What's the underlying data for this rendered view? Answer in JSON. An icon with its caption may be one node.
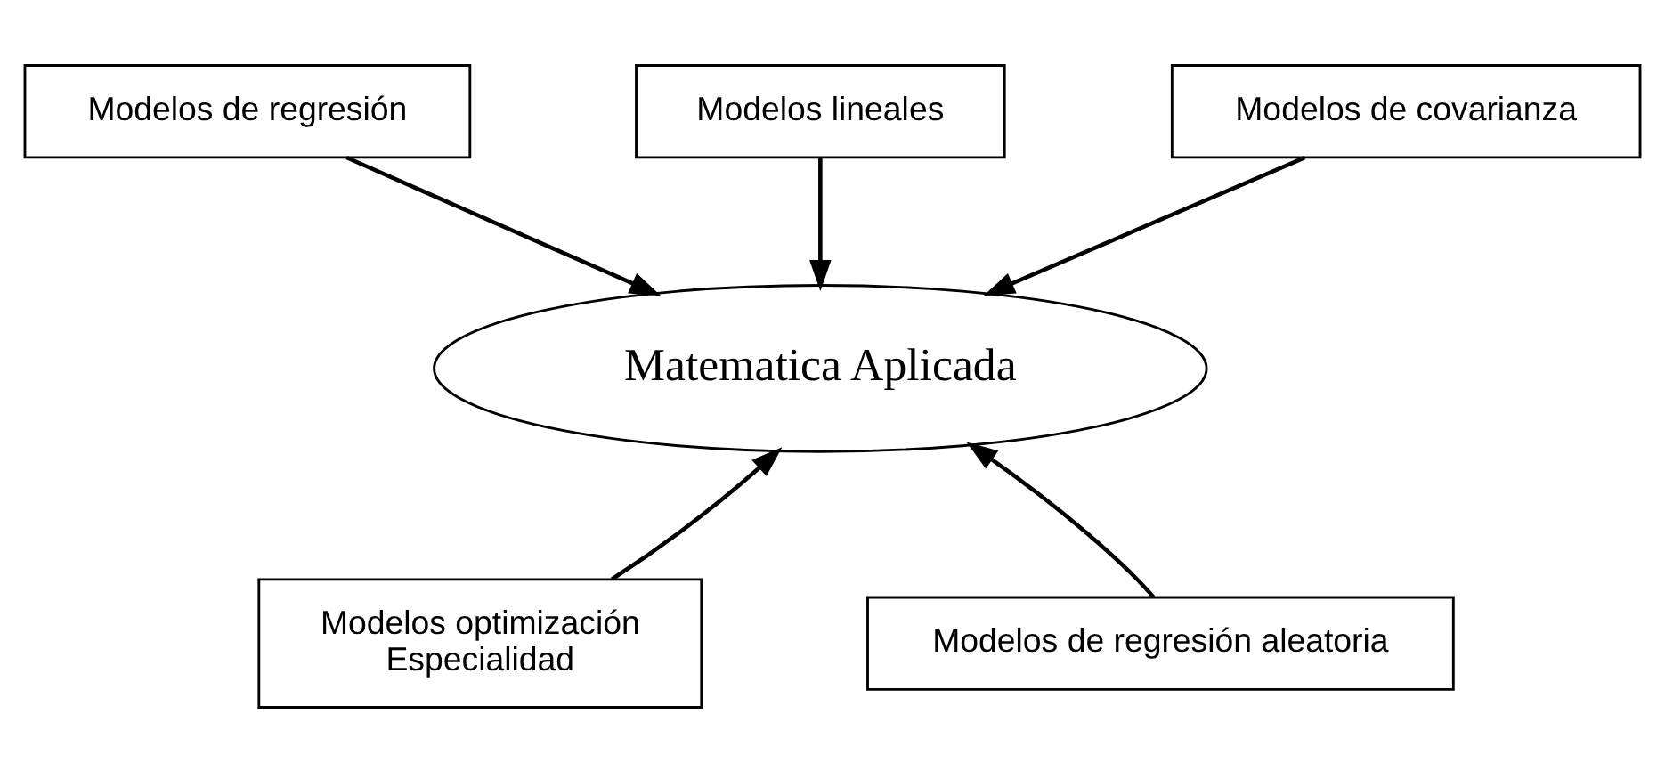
{
  "diagram": {
    "nodes": [
      {
        "text": [
          "Modelos lineales"
        ]
      },
      {
        "text": [
          "Modelos de regresión"
        ]
      },
      {
        "text": [
          "Modelos de covarianza"
        ]
      },
      {
        "text": [
          "Matematica Aplicada"
        ]
      },
      {
        "text": [
          "Modelos optimización",
          "Especialidad"
        ]
      },
      {
        "text": [
          "Modelos de regresión aleatoria"
        ]
      }
    ],
    "edges": [
      {
        "from": 0,
        "to": 3,
        "arrow": "to"
      },
      {
        "from": 1,
        "to": 3,
        "arrow": "to"
      },
      {
        "from": 2,
        "to": 3,
        "arrow": "to"
      },
      {
        "from": 4,
        "to": 3,
        "arrow": "to"
      },
      {
        "from": 5,
        "to": 3,
        "arrow": "to"
      }
    ]
  }
}
